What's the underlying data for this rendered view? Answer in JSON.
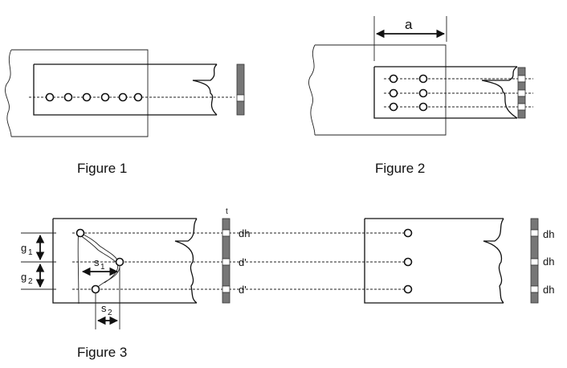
{
  "figures": {
    "fig1": {
      "caption": "Figure 1"
    },
    "fig2": {
      "caption": "Figure 2",
      "dim_label": "a"
    },
    "fig3": {
      "caption": "Figure 3",
      "t_label": "t",
      "g1_label": "g",
      "g1_sub": "1",
      "g2_label": "g",
      "g2_sub": "2",
      "s1_label": "s",
      "s1_sub": "1",
      "s2_label": "s",
      "s2_sub": "2",
      "left_bar_labels": [
        "dh",
        "d'",
        "d'"
      ],
      "right_bar_labels": [
        "dh",
        "dh",
        "dh"
      ]
    }
  }
}
